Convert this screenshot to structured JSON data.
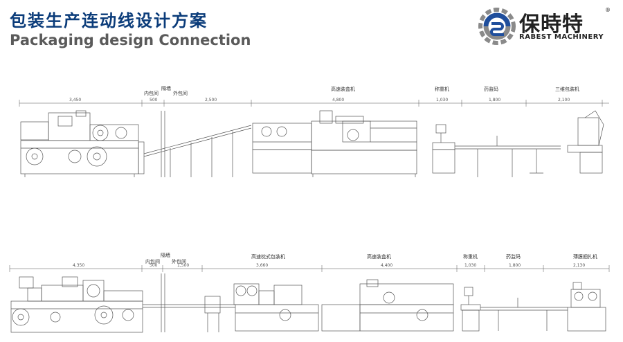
{
  "header": {
    "title_cn": "包装生产连动线设计方案",
    "title_en": "Packaging design Connection",
    "title_color": "#0b3c7a",
    "subtitle_color": "#5a5a5a"
  },
  "logo": {
    "name_cn": "保時特",
    "name_en": "RABEST MACHINERY",
    "registered": "®",
    "primary_color": "#1f4e9c",
    "secondary_color": "#8a8a8a"
  },
  "line1": {
    "labels": {
      "inner": "内包间",
      "wall": "隔墙",
      "outer": "外包间",
      "cartoner": "高速装盒机",
      "checkweigher": "称重机",
      "coder": "药监码",
      "wrapper": "三维包装机"
    },
    "dims": {
      "blister": "3,450",
      "gap1": "500",
      "conveyor": "2,500",
      "cartoner": "4,800",
      "checkweigher": "1,030",
      "coder": "1,800",
      "wrapper": "2,100"
    }
  },
  "line2": {
    "labels": {
      "inner": "内包间",
      "wall": "隔墙",
      "outer": "外包间",
      "pillow": "高速枕式包装机",
      "cartoner": "高速装盒机",
      "checkweigher": "称重机",
      "coder": "药监码",
      "bundler": "薄膜捆扎机"
    },
    "dims": {
      "blister": "4,350",
      "gap1": "500",
      "gap2": "1,500",
      "pillow": "3,660",
      "cartoner": "4,400",
      "checkweigher": "1,030",
      "coder": "1,800",
      "bundler": "2,130"
    }
  }
}
